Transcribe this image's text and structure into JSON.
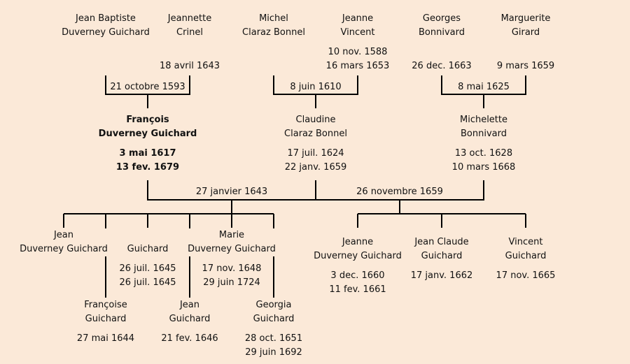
{
  "background_color": "#fbe9d8",
  "line_color": "#000000",
  "grandparents": {
    "jean_baptiste": {
      "first": "Jean Baptiste",
      "last": "Duverney Guichard"
    },
    "jeannette": {
      "first": "Jeannette",
      "last": "Crinel",
      "death": "18 avril 1643"
    },
    "michel": {
      "first": "Michel",
      "last": "Claraz Bonnel"
    },
    "jeanne_v": {
      "first": "Jeanne",
      "last": "Vincent",
      "birth": "10 nov. 1588",
      "death": "16 mars 1653"
    },
    "georges": {
      "first": "Georges",
      "last": "Bonnivard",
      "death": "26 dec. 1663"
    },
    "marguerite": {
      "first": "Marguerite",
      "last": "Girard",
      "death": "9 mars 1659"
    }
  },
  "marriages": {
    "m1593": "21 octobre 1593",
    "m1610": "8 juin 1610",
    "m1625": "8 mai 1625",
    "m1643": "27 janvier 1643",
    "m1659": "26 novembre 1659"
  },
  "main": {
    "francois": {
      "first": "François",
      "last": "Duverney Guichard",
      "birth": "3 mai 1617",
      "death": "13 fev. 1679"
    },
    "claudine": {
      "first": "Claudine",
      "last": "Claraz Bonnel",
      "birth": "17 juil. 1624",
      "death": "22 janv. 1659"
    },
    "michelette": {
      "first": "Michelette",
      "last": "Bonnivard",
      "birth": "13 oct. 1628",
      "death": "10 mars 1668"
    }
  },
  "children_first": {
    "jean1": {
      "first": "Jean",
      "last": "Duverney Guichard"
    },
    "francoise": {
      "first": "Françoise",
      "last": "Guichard",
      "birth": "27 mai 1644"
    },
    "guichard": {
      "name": "Guichard",
      "birth": "26 juil. 1645",
      "death": "26 juil. 1645"
    },
    "jean2": {
      "first": "Jean",
      "last": "Guichard",
      "birth": "21 fev. 1646"
    },
    "marie": {
      "first": "Marie",
      "last": "Duverney Guichard",
      "birth": "17 nov. 1648",
      "death": "29 juin 1724"
    },
    "georgia": {
      "first": "Georgia",
      "last": "Guichard",
      "birth": "28 oct. 1651",
      "death": "29 juin 1692"
    }
  },
  "children_second": {
    "jeanne": {
      "first": "Jeanne",
      "last": "Duverney Guichard",
      "birth": "3 dec. 1660",
      "death": "11 fev. 1661"
    },
    "jean_claude": {
      "first": "Jean Claude",
      "last": "Guichard",
      "birth": "17 janv. 1662"
    },
    "vincent": {
      "first": "Vincent",
      "last": "Guichard",
      "birth": "17 nov. 1665"
    }
  }
}
